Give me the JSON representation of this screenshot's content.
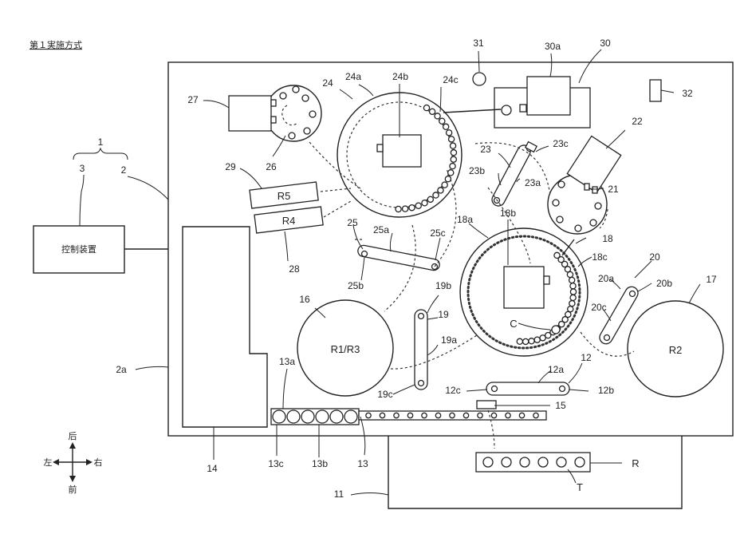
{
  "heading": "第１実施方式",
  "controller_label": "控制装置",
  "directions": {
    "back": "后",
    "front": "前",
    "left": "左",
    "right": "右"
  },
  "wheels": {
    "r1r3": "R1/R3",
    "r2": "R2"
  },
  "racks": {
    "r5": "R5",
    "r4": "R4",
    "rack": "R",
    "tube": "T"
  },
  "center_mark": "C",
  "refs": {
    "n1": "1",
    "n2": "2",
    "n2a": "2a",
    "n3": "3",
    "n11": "11",
    "n12": "12",
    "n12a": "12a",
    "n12b": "12b",
    "n12c": "12c",
    "n13": "13",
    "n13a": "13a",
    "n13b": "13b",
    "n13c": "13c",
    "n14": "14",
    "n15": "15",
    "n16": "16",
    "n17": "17",
    "n18": "18",
    "n18a": "18a",
    "n18b": "18b",
    "n18c": "18c",
    "n19": "19",
    "n19a": "19a",
    "n19b": "19b",
    "n19c": "19c",
    "n20": "20",
    "n20a": "20a",
    "n20b": "20b",
    "n20c": "20c",
    "n21": "21",
    "n22": "22",
    "n23": "23",
    "n23a": "23a",
    "n23b": "23b",
    "n23c": "23c",
    "n24": "24",
    "n24a": "24a",
    "n24b": "24b",
    "n24c": "24c",
    "n25": "25",
    "n25a": "25a",
    "n25b": "25b",
    "n25c": "25c",
    "n26": "26",
    "n27": "27",
    "n28": "28",
    "n29": "29",
    "n30": "30",
    "n30a": "30a",
    "n31": "31",
    "n32": "32"
  }
}
